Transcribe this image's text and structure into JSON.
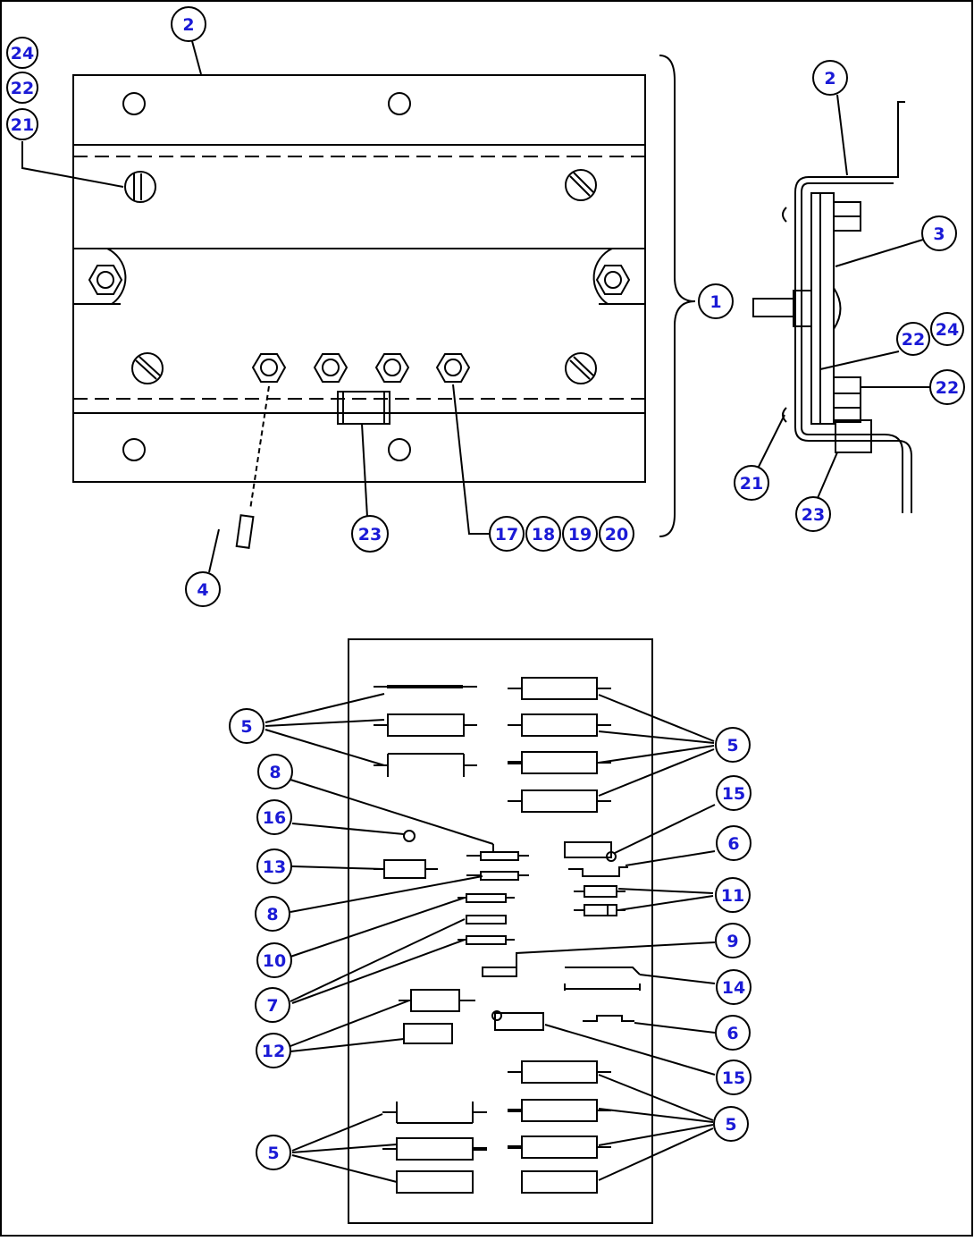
{
  "callouts": {
    "top_left_2": "2",
    "stack_24": "24",
    "stack_22": "22",
    "stack_21": "21",
    "item_4": "4",
    "item_23": "23",
    "item_17": "17",
    "item_18": "18",
    "item_19": "19",
    "item_20": "20",
    "item_1": "1",
    "side_2": "2",
    "side_3": "3",
    "side_22_upper": "22",
    "side_24": "24",
    "side_22_right": "22",
    "side_21": "21",
    "side_23": "23",
    "b_5_left_top": "5",
    "b_5_right_top": "5",
    "b_8_top": "8",
    "b_15_top": "15",
    "b_16": "16",
    "b_6_top": "6",
    "b_13": "13",
    "b_11": "11",
    "b_8_bottom": "8",
    "b_9": "9",
    "b_10": "10",
    "b_14": "14",
    "b_7": "7",
    "b_6_bottom": "6",
    "b_12": "12",
    "b_15_bottom": "15",
    "b_5_right_bottom": "5",
    "b_5_left_bottom": "5"
  },
  "colors": {
    "line": "#000000",
    "callout_text": "#1a1ad6",
    "background": "#ffffff"
  }
}
